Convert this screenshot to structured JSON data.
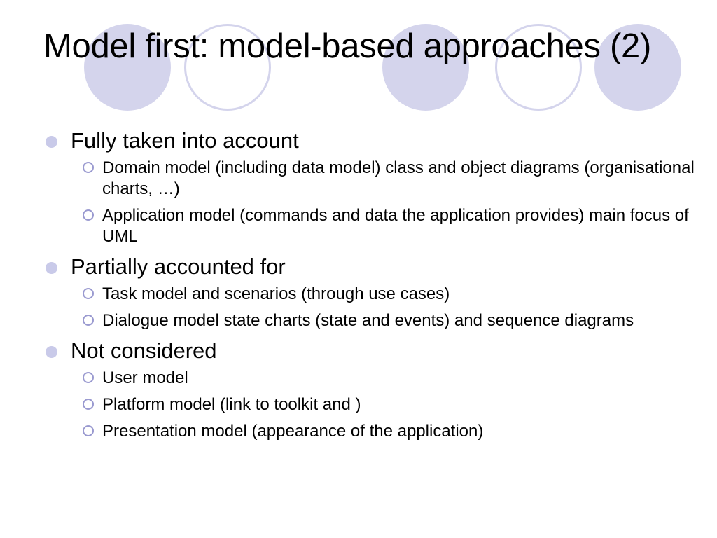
{
  "slide": {
    "title": "Model first: model-based approaches (2)",
    "sections": [
      {
        "heading": "Fully taken into account",
        "items": [
          "Domain model (including data model) class and object diagrams (organisational charts, …)",
          "Application model (commands and data the application provides) main focus of UML"
        ]
      },
      {
        "heading": "Partially accounted for",
        "items": [
          "Task model and scenarios (through use cases)",
          "Dialogue model state charts (state and events) and sequence diagrams"
        ]
      },
      {
        "heading": "Not considered",
        "items": [
          "User model",
          "Platform model (link to toolkit and )",
          "Presentation model (appearance of the application)"
        ]
      }
    ]
  },
  "colors": {
    "circle_fill": "#d4d4ec",
    "bullet_fill": "#c9cae9",
    "sub_bullet_ring": "#9a9ad0",
    "text": "#000000",
    "background": "#ffffff"
  }
}
